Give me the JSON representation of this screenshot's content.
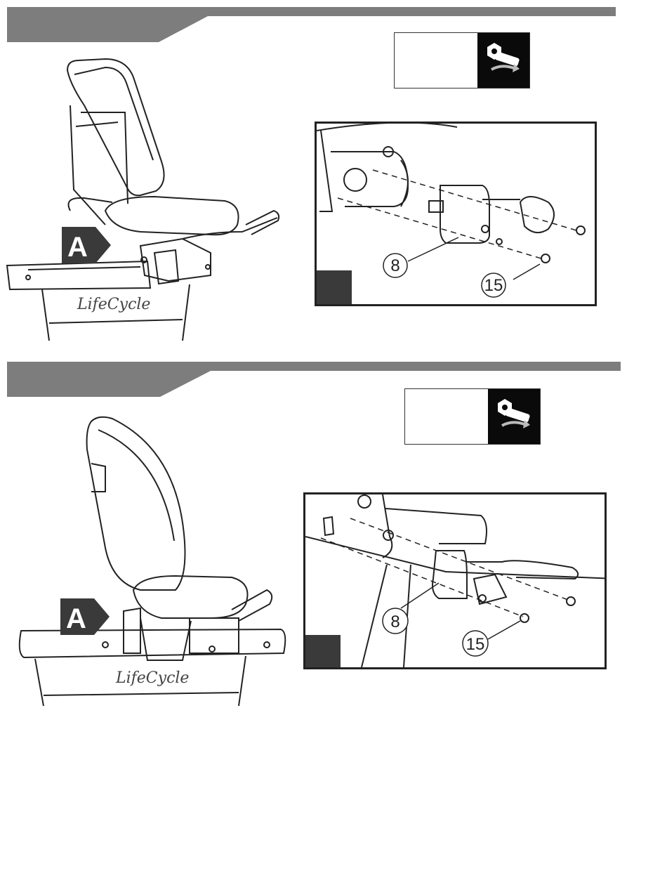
{
  "brand": {
    "logo_text": "LifeCycle"
  },
  "steps": [
    {
      "badge": "A",
      "callouts": {
        "part_a": "8",
        "part_b": "15"
      },
      "tool_icon": "wrench-icon"
    },
    {
      "badge": "A",
      "callouts": {
        "part_a": "8",
        "part_b": "15"
      },
      "tool_icon": "wrench-icon"
    }
  ],
  "colors": {
    "band": "#7d7d7d",
    "tool_bg": "#0a0a0a",
    "frame": "#222222",
    "corner": "#3a3a3a"
  }
}
